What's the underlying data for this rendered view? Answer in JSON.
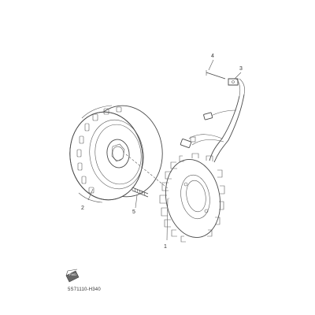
{
  "callouts": [
    {
      "id": "1",
      "text": "1"
    },
    {
      "id": "2",
      "text": "2"
    },
    {
      "id": "3",
      "text": "3"
    },
    {
      "id": "4",
      "text": "4"
    },
    {
      "id": "5",
      "text": "5"
    }
  ],
  "diagram_code": "5S71110-H340",
  "front_marker": {
    "text": "FWD"
  }
}
